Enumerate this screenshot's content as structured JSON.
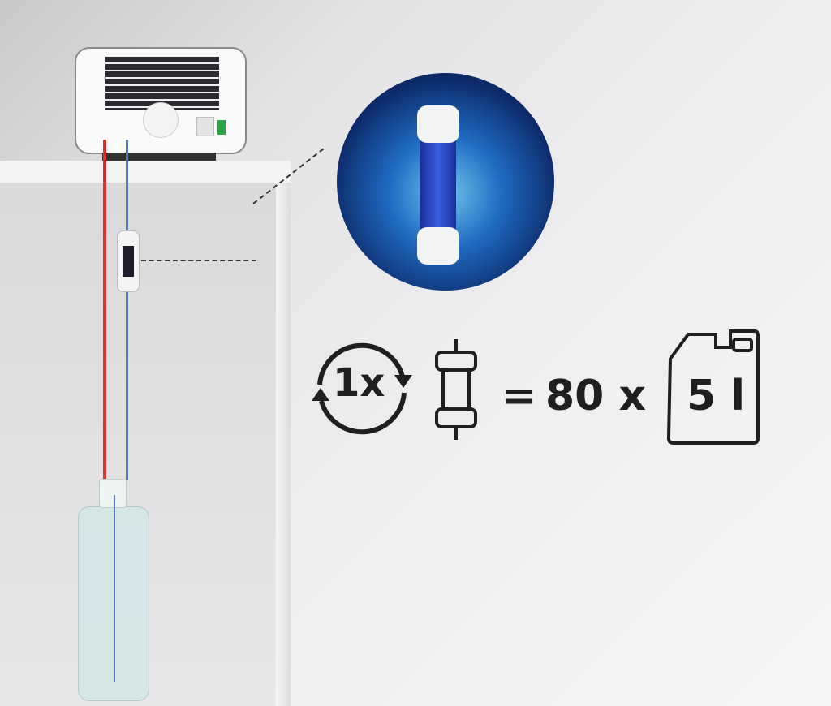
{
  "infographic": {
    "cycle_count": "1x",
    "equals": "=",
    "multiplier": "80 x",
    "canister_volume": "5 l"
  },
  "colors": {
    "hot_tube": "#e0312e",
    "cold_tube": "#4f78c8",
    "text": "#1f1f1f"
  }
}
